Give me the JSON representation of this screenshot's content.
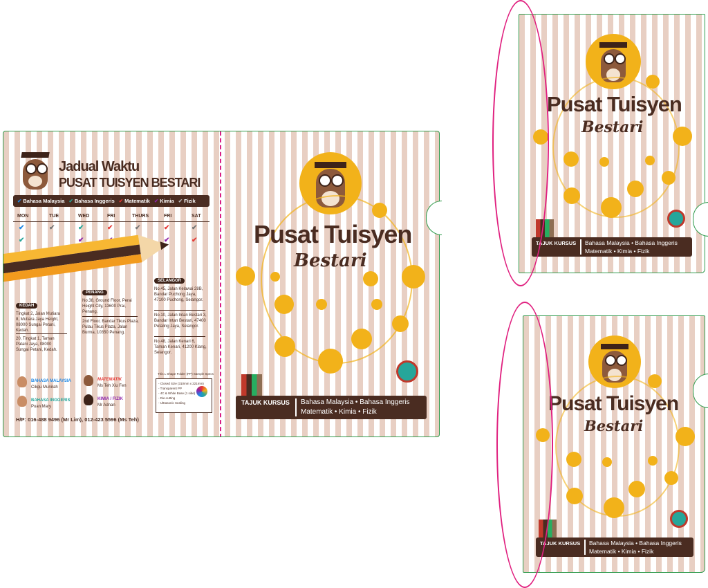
{
  "left_folder": {
    "back": {
      "heading_line1": "Jadual Waktu",
      "heading_line2": "PUSAT TUISYEN BESTARI",
      "subjects": [
        {
          "label": "Bahasa Malaysia",
          "color": "#1e88e5"
        },
        {
          "label": "Bahasa Inggeris",
          "color": "#26a69a"
        },
        {
          "label": "Matematik",
          "color": "#e53935"
        },
        {
          "label": "Kimia",
          "color": "#8e24aa"
        },
        {
          "label": "Fizik",
          "color": "#757575"
        }
      ],
      "days": [
        "MON",
        "TUE",
        "WED",
        "FRI",
        "THURS",
        "FRI",
        "SAT"
      ],
      "regions": {
        "kedah": {
          "tag": "KEDAH",
          "address1": "Tingkat 2, Jalan Mutiara 8, Mutiara Jaya Height, 08000 Sungai Petani, Kedah.",
          "address2": "20, Tingkat 1, Taman Patani Jaya, 08000 Sungai Petani, Kedah."
        },
        "penang": {
          "tag": "PENANG",
          "address1": "No.38, Ground Floor, Perai Height City, 13600 Prai, Penang.",
          "address2": "2nd Floor, Bandar Tikus Plaza, Pulau Tikus Plaza, Jalan Burma, 10350 Penang."
        },
        "selangor": {
          "tag": "SELANGOR",
          "address1": "No.45, Jalan Kelawai 28B, Bandar Puchong Jaya, 47100 Puchong, Selangor.",
          "address2": "No.10, Jalan Intan Bestari 3, Bandar Intan Bestari, 47400 Petaling Jaya, Selangor.",
          "address3": "No.48, Jalan Kenari 6, Taman Kenari, 41200 Klang, Selangor."
        }
      },
      "teachers": [
        {
          "subject": "BAHASA MALAYSIA",
          "name": "Cikgu Munirah",
          "color": "#1e88e5"
        },
        {
          "subject": "MATEMATIK",
          "name": "Ms Teh Xiu Fen",
          "color": "#e53935"
        },
        {
          "subject": "BAHASA INGGERIS",
          "name": "Puan Mary",
          "color": "#26a69a"
        },
        {
          "subject": "KIMIA / FIZIK",
          "name": "Mr Adnan",
          "color": "#8e24aa"
        }
      ],
      "contact": "H/P: 016-488 9496 (Mr Lim), 012-423 5596 (Ms Teh)",
      "spec": {
        "title": "This L Shape Folder (PP) Sample Specs",
        "lines": [
          "- Closed Size (310mm x 221mm)",
          "- Transparent PP",
          "- 4C & White Base (1 side)",
          "- Die-cutting",
          "- Ultrasonic Sealing"
        ]
      }
    },
    "front": {
      "title_main": "Pusat Tuisyen",
      "title_script": "Bestari",
      "course_label": "TAJUK KURSUS",
      "course_line1": "Bahasa Malaysia • Bahasa Inggeris",
      "course_line2": "Matematik • Kimia • Fizik"
    }
  },
  "right_top": {
    "title_main": "Pusat Tuisyen",
    "title_script": "Bestari",
    "course_label": "TAJUK KURSUS",
    "course_line1": "Bahasa Malaysia • Bahasa Inggeris",
    "course_line2": "Matematik • Kimia • Fizik"
  },
  "right_bottom": {
    "title_main": "Pusat Tuisyen",
    "title_script": "Bestari",
    "course_label": "TAJUK KURSUS",
    "course_line1": "Bahasa Malaysia • Bahasa Inggeris",
    "course_line2": "Matematik • Kimia • Fizik"
  },
  "colors": {
    "brown": "#4a2c21",
    "accent_orange": "#f2b21a",
    "stripe": "#e8cfc3",
    "die_line": "#2e9a4b",
    "highlight_magenta": "#e0207f"
  }
}
